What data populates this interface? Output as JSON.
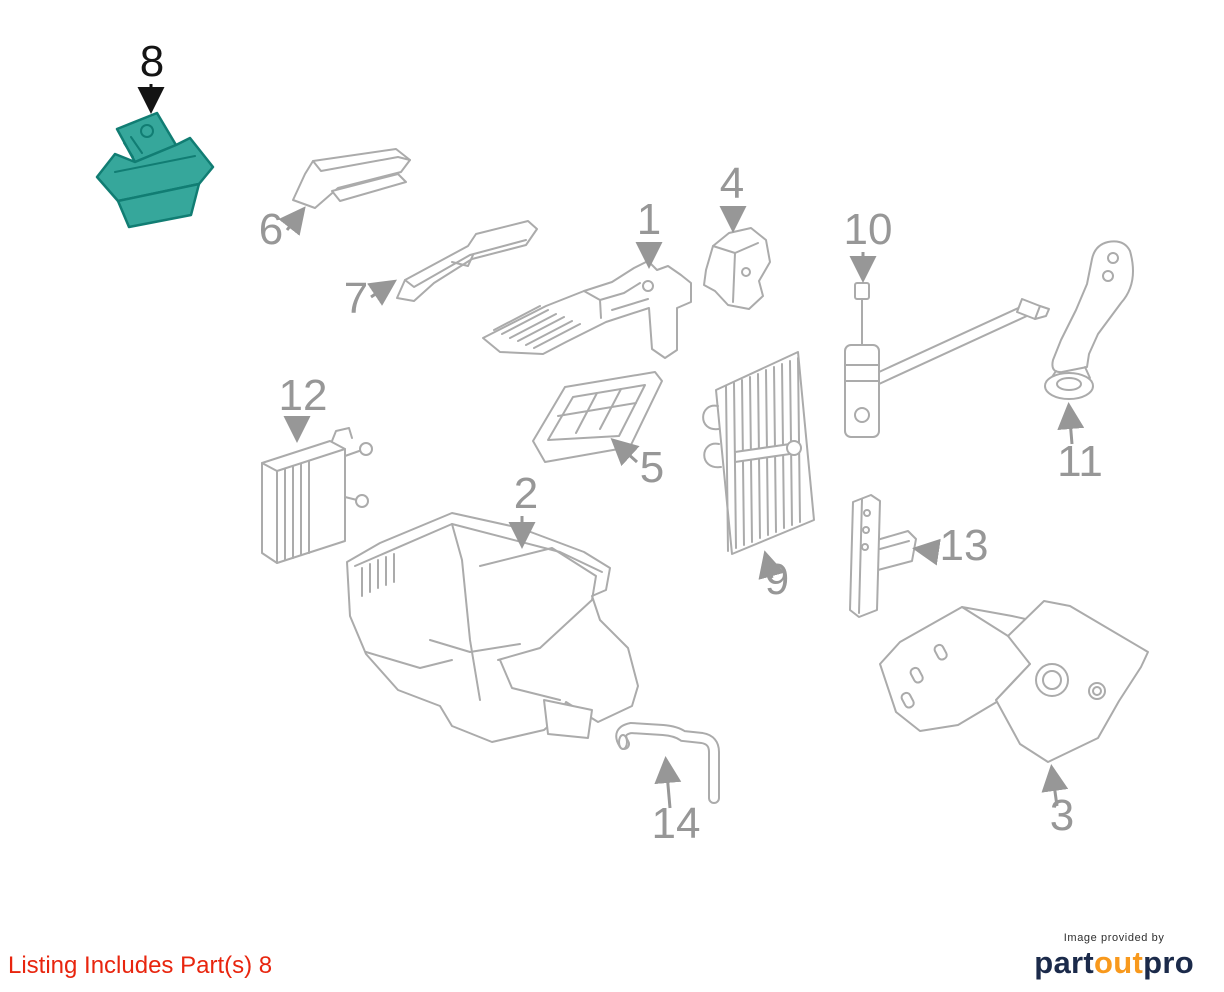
{
  "labels": {
    "p1": "1",
    "p2": "2",
    "p3": "3",
    "p4": "4",
    "p5": "5",
    "p6": "6",
    "p7": "7",
    "p8": "8",
    "p9": "9",
    "p10": "10",
    "p11": "11",
    "p12": "12",
    "p13": "13",
    "p14": "14"
  },
  "highlight": {
    "part": "8",
    "fill": "#36a79b",
    "stroke": "#117d73"
  },
  "footer": {
    "listing_note": "Listing Includes Part(s) 8",
    "color": "#e8250e"
  },
  "credit": {
    "caption": "Image provided by",
    "brand_part": "part",
    "brand_out": "out",
    "brand_pro": "pro",
    "navy": "#1b2a4a",
    "orange": "#f8991d"
  },
  "colors": {
    "line_art": "#ababab",
    "label_gray": "#979797",
    "label_dark": "#141414",
    "background": "#ffffff"
  }
}
